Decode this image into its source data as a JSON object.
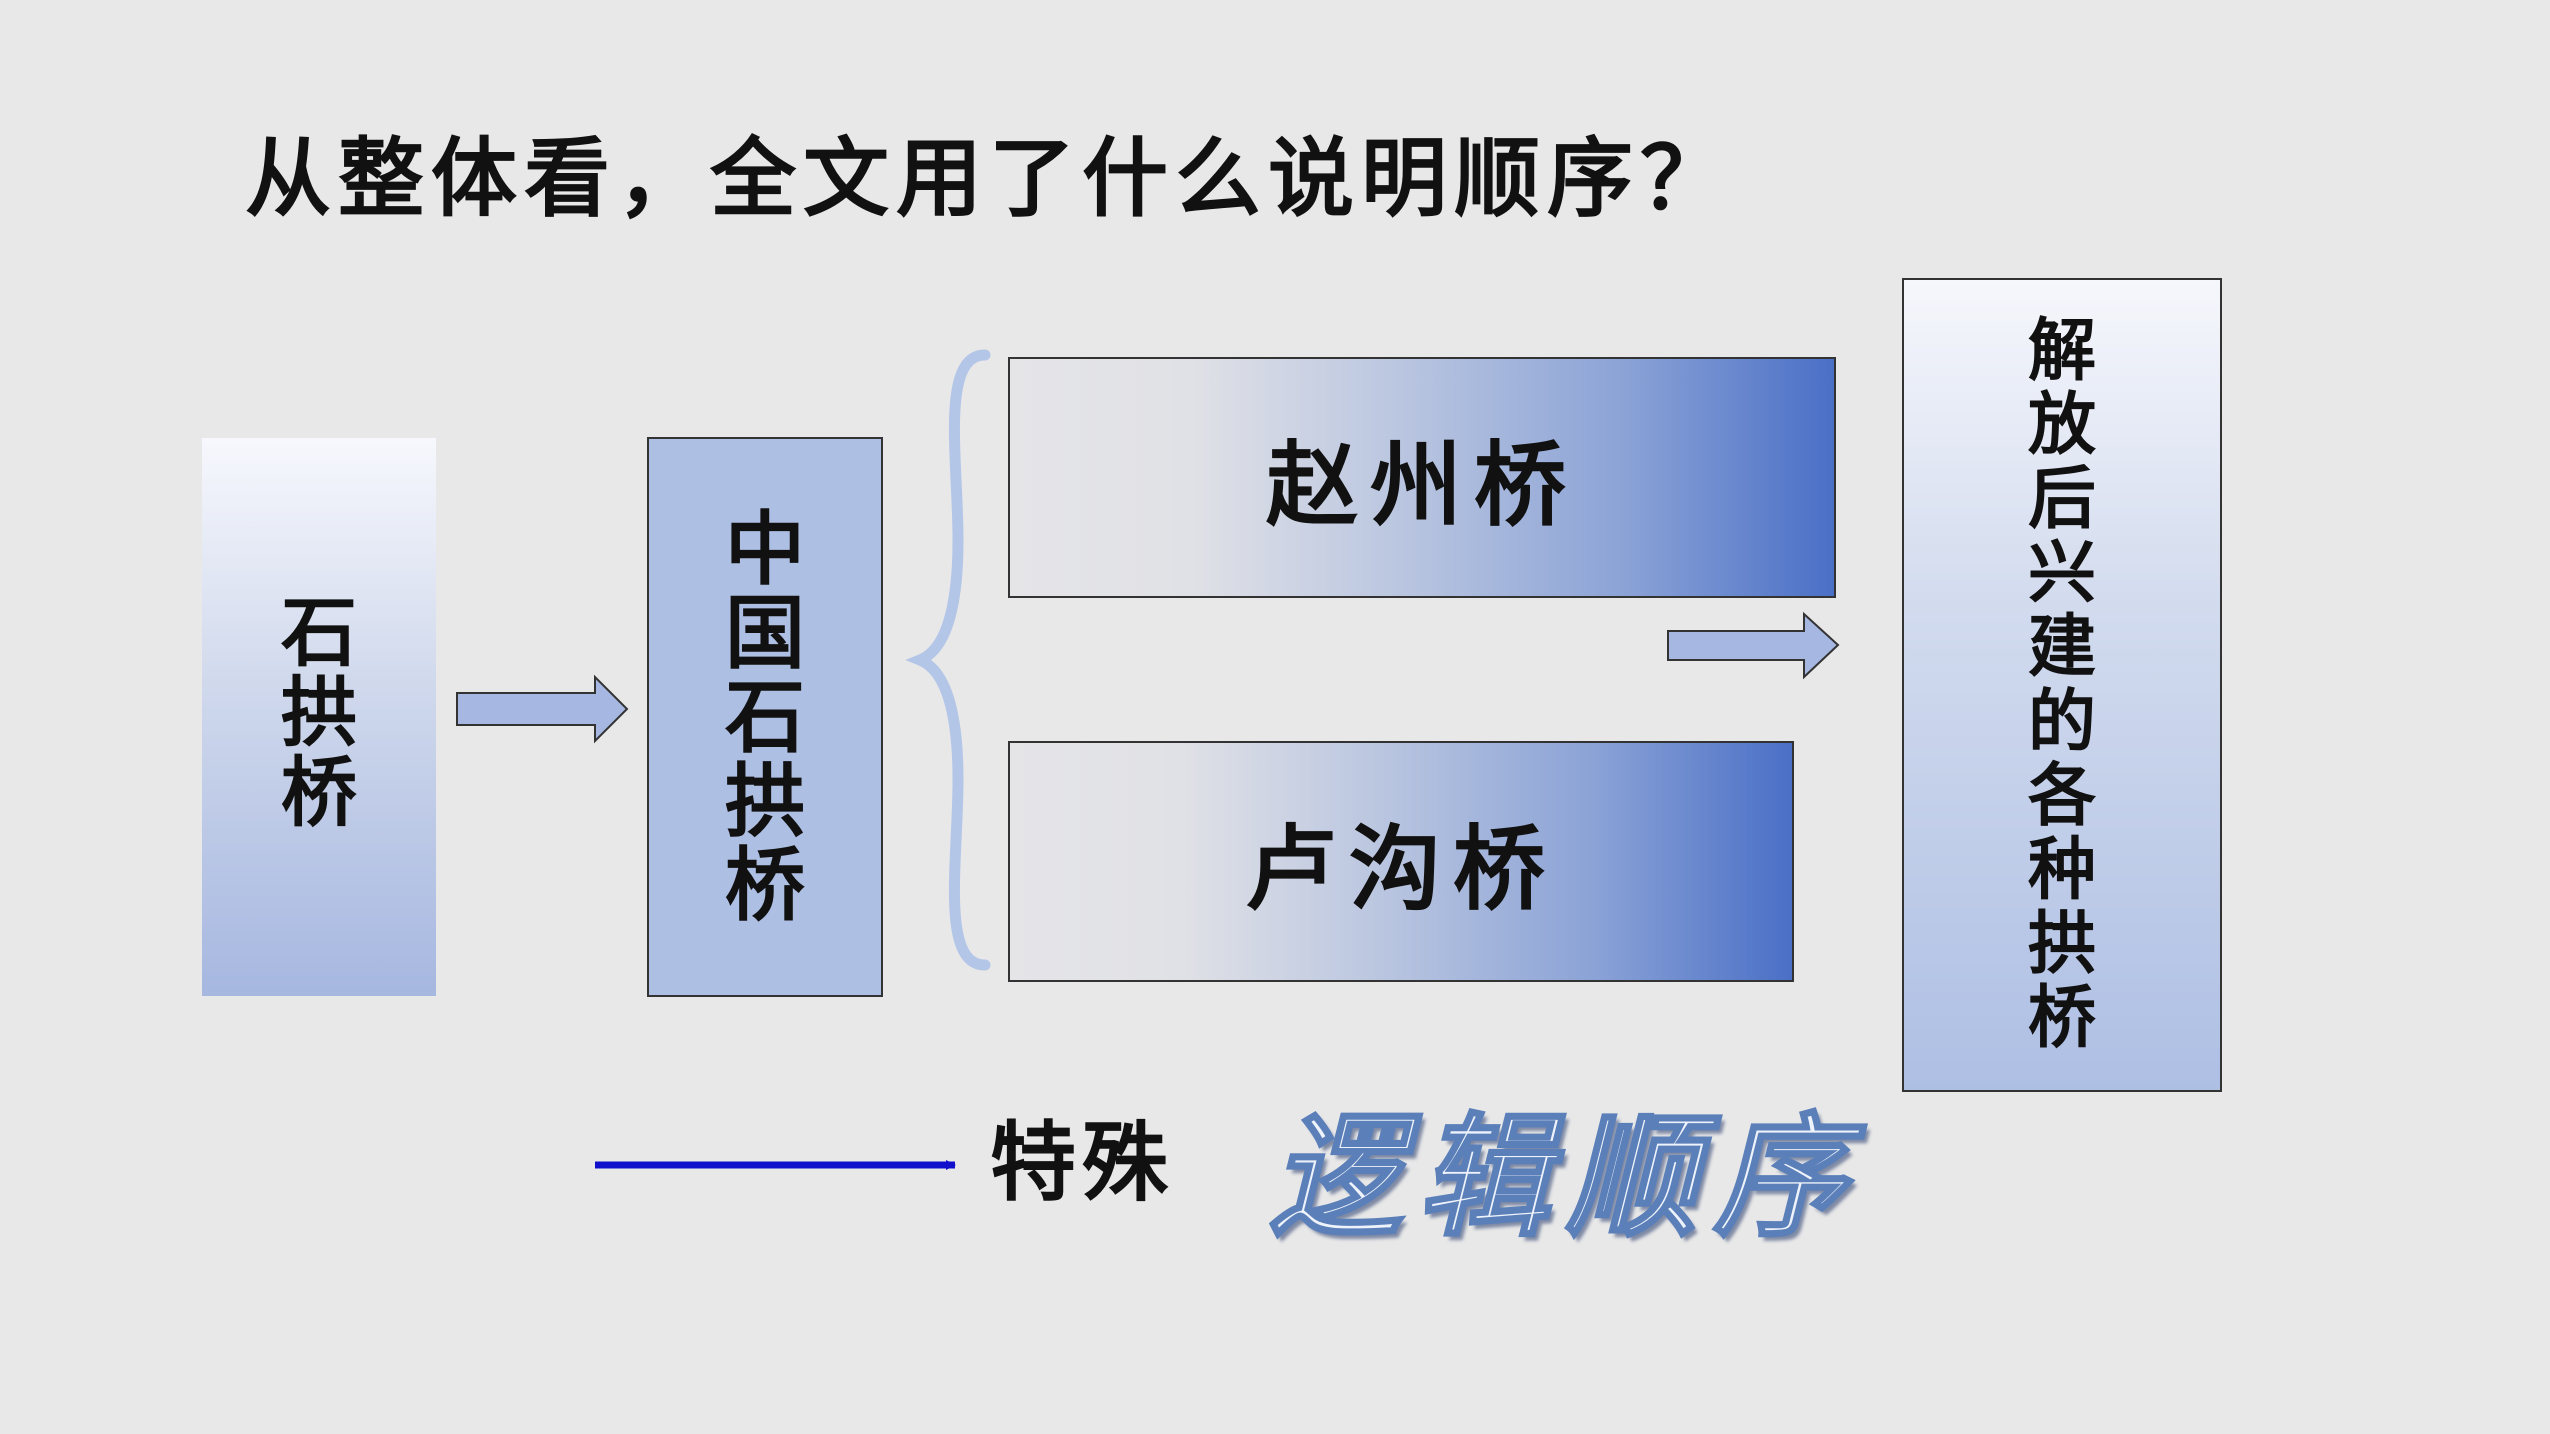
{
  "question": "从整体看，全文用了什么说明顺序？",
  "boxes": {
    "stone_arch_bridge": [
      "石",
      "拱",
      "桥"
    ],
    "chinese_stone_arch_bridge": [
      "中",
      "国",
      "石",
      "拱",
      "桥"
    ],
    "zhaozhou_bridge": "赵州桥",
    "lugou_bridge": "卢沟桥",
    "post_liberation_bridges": [
      "解",
      "放",
      "后",
      "兴",
      "建",
      "的",
      "各",
      "种",
      "拱",
      "桥"
    ]
  },
  "legend": {
    "special_label": "特殊",
    "logic_order": "逻辑顺序"
  },
  "colors": {
    "background": "#e8e8e8",
    "box_blue": "#aebfe4",
    "gradient_blue": "#4a6fc6",
    "arrow_fill": "#a6b8e2",
    "brace": "#b4c6e7",
    "line_arrow": "#1010cc"
  }
}
